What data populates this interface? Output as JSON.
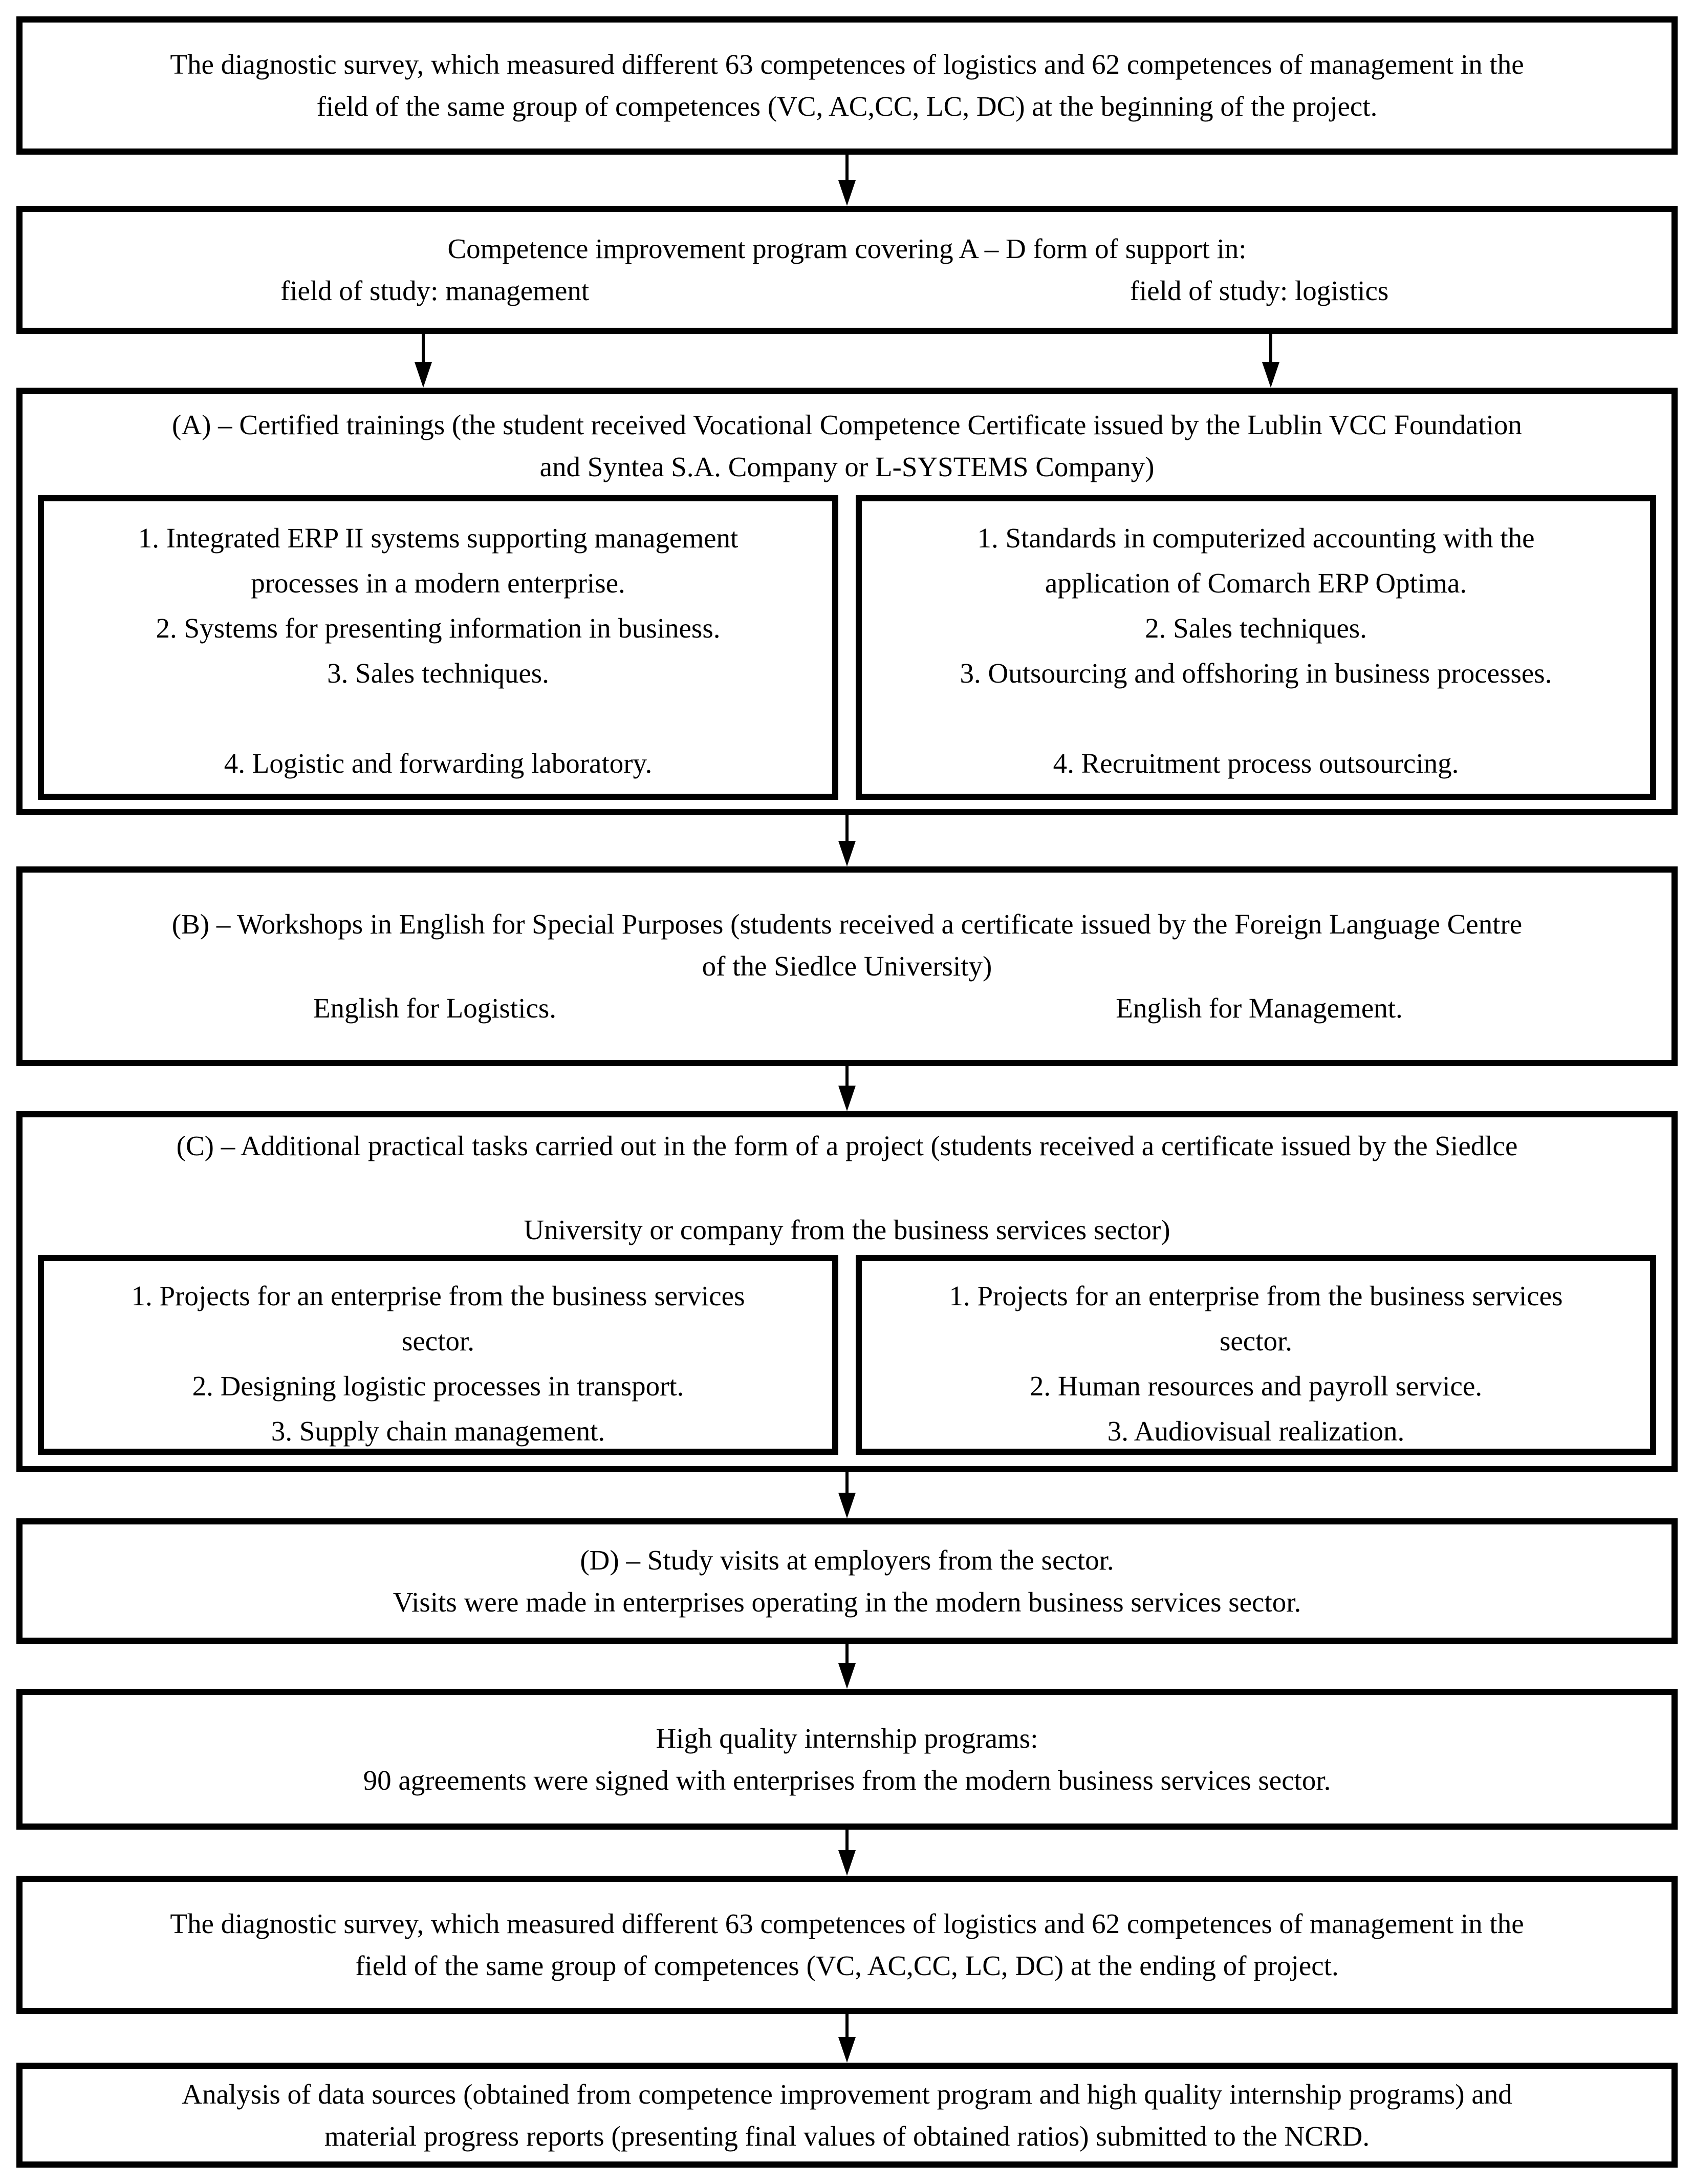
{
  "figure": {
    "box1": {
      "lines": [
        "The diagnostic survey, which measured different 63 competences of logistics and 62 competences of management in the",
        "field of the same group of competences (VC, AC,CC, LC, DC) at the beginning of the project."
      ]
    },
    "box2": {
      "title": "Competence improvement program covering A – D form of support in:",
      "left": "field of study: management",
      "right": "field of study: logistics"
    },
    "boxA": {
      "header": [
        "(A) – Certified trainings (the student received Vocational Competence Certificate issued by the Lublin VCC Foundation",
        "and Syntea S.A. Company or L-SYSTEMS Company)"
      ],
      "left": [
        "1. Integrated ERP II systems supporting management",
        "processes in a modern enterprise.",
        "2. Systems for presenting information in business.",
        "3. Sales techniques.",
        "4. Logistic and forwarding laboratory."
      ],
      "right": [
        "1. Standards in computerized accounting with the",
        "application of Comarch ERP Optima.",
        "2. Sales techniques.",
        "3. Outsourcing and offshoring in business processes.",
        "4. Recruitment process outsourcing."
      ]
    },
    "boxB": {
      "header": [
        "(B) – Workshops in English for Special Purposes (students received a certificate issued by the Foreign Language Centre",
        "of the Siedlce University)"
      ],
      "left": "English for Logistics.",
      "right": "English for Management."
    },
    "boxC": {
      "header_line1": "(C) – Additional practical tasks carried out in the form of a project (students received a certificate issued by the Siedlce",
      "header_line2": "University or company from the business services sector)",
      "left": [
        "1. Projects for an enterprise from the business services",
        "sector.",
        "2. Designing logistic processes in transport.",
        "3. Supply chain management."
      ],
      "right": [
        "1. Projects for an enterprise from the business services",
        "sector.",
        "2. Human resources and payroll service.",
        "3. Audiovisual realization."
      ]
    },
    "boxD": {
      "lines": [
        "(D) – Study visits at employers from the sector.",
        "Visits were made in enterprises operating in the modern business services sector."
      ]
    },
    "box7": {
      "lines": [
        "High quality internship programs:",
        "90 agreements were signed with enterprises from the modern business services sector."
      ]
    },
    "box8": {
      "lines": [
        "The diagnostic survey, which measured different 63 competences of logistics and 62 competences of management in the",
        "field of the same group of competences (VC, AC,CC, LC, DC) at the ending of project."
      ]
    },
    "box9": {
      "lines": [
        "Analysis of data sources (obtained from competence improvement program and high quality internship programs) and",
        "material progress reports (presenting final values of obtained ratios) submitted to the NCRD."
      ]
    }
  }
}
